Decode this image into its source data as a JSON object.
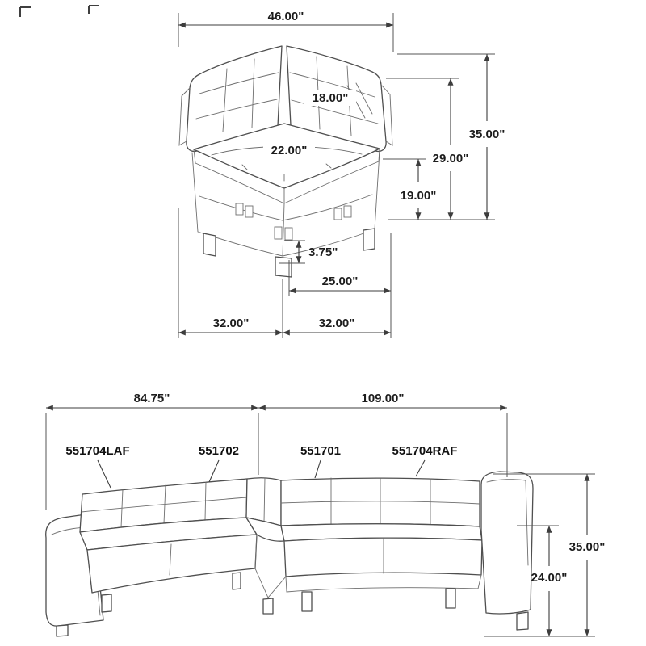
{
  "corner_diagram": {
    "dims": {
      "overall_width": "46.00\"",
      "back_cushion_height": "18.00\"",
      "seat_depth": "22.00\"",
      "overall_height": "35.00\"",
      "back_height": "29.00\"",
      "seat_height": "19.00\"",
      "leg_height": "3.75\"",
      "front_seat_width": "25.00\"",
      "left_side_width": "32.00\"",
      "right_side_width": "32.00\""
    }
  },
  "sectional_diagram": {
    "dims": {
      "left_side_length": "84.75\"",
      "right_side_length": "109.00\"",
      "overall_height": "35.00\"",
      "arm_height": "24.00\""
    },
    "parts": {
      "laf_loveseat": "551704LAF",
      "armless_chair_left": "551702",
      "armless_chair_right": "551701",
      "raf_loveseat": "551704RAF"
    }
  }
}
